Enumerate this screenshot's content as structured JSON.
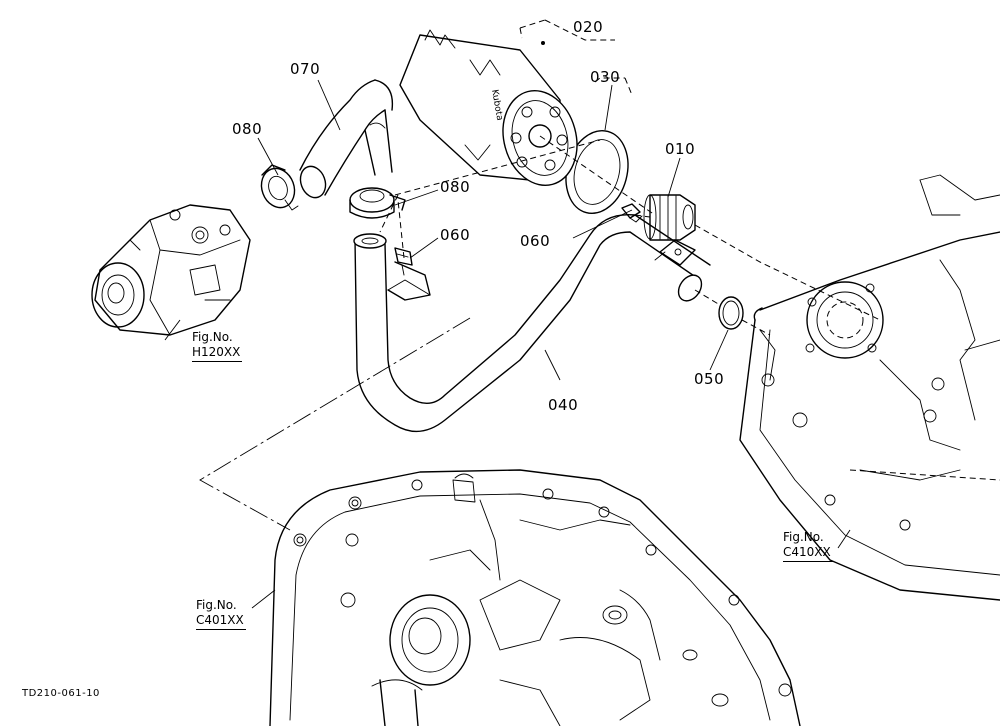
{
  "callouts": {
    "c010": "010",
    "c020": "020",
    "c030": "030",
    "c040": "040",
    "c050": "050",
    "c060a": "060",
    "c060b": "060",
    "c070": "070",
    "c080a": "080",
    "c080b": "080"
  },
  "figure_refs": {
    "h120": {
      "prefix": "Fig.No.",
      "code": "H120XX"
    },
    "c410": {
      "prefix": "Fig.No.",
      "code": "C410XX"
    },
    "c401": {
      "prefix": "Fig.No.",
      "code": "C401XX"
    }
  },
  "filter_brand_text": "Kubota",
  "drawing_number": "TD210-061-10"
}
